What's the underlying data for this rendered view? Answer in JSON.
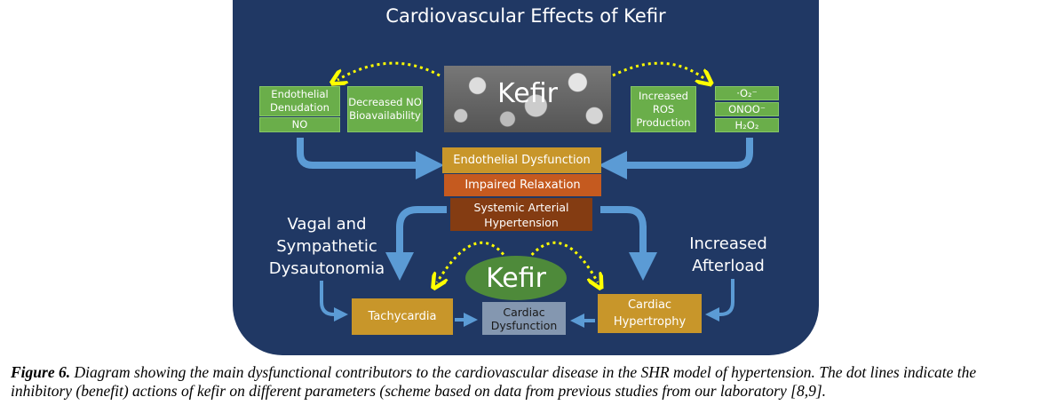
{
  "title": "Cardiovascular Effects of Kefir",
  "kefir_image_label": "Kefir",
  "kefir_ellipse_label": "Kefir",
  "left_boxes": {
    "endothelial_denudation": "Endothelial Denudation",
    "no": "NO",
    "decreased_no": "Decreased NO Bioavailability"
  },
  "right_boxes": {
    "increased_ros": "Increased ROS Production",
    "superoxide": "·O₂⁻",
    "peroxynitrite": "ONOO⁻",
    "hydrogen_peroxide": "H₂O₂"
  },
  "center": {
    "endothelial_dysfunction": "Endothelial Dysfunction",
    "impaired_relaxation": "Impaired Relaxation",
    "systemic_hypertension": "Systemic Arterial Hypertension"
  },
  "side_labels": {
    "dysautonomia": "Vagal and Sympathetic Dysautonomia",
    "afterload": "Increased Afterload"
  },
  "bottom": {
    "tachycardia": "Tachycardia",
    "cardiac_dysfunction": "Cardiac Dysfunction",
    "cardiac_hypertrophy": "Cardiac Hypertrophy"
  },
  "caption": {
    "label": "Figure 6.",
    "text": " Diagram showing the main dysfunctional contributors to the cardiovascular disease in the SHR model of hypertension. The dot lines indicate the inhibitory (benefit) actions of kefir on different parameters (scheme based on data from previous studies from our laboratory [8,9]."
  },
  "colors": {
    "panel": "#203864",
    "arrow": "#5b9bd5",
    "dotted": "#ffff00",
    "green": "#6aae4a",
    "gold": "#c8962a",
    "orange": "#c55a1f",
    "brown": "#843c12",
    "gray": "#8497b0"
  }
}
